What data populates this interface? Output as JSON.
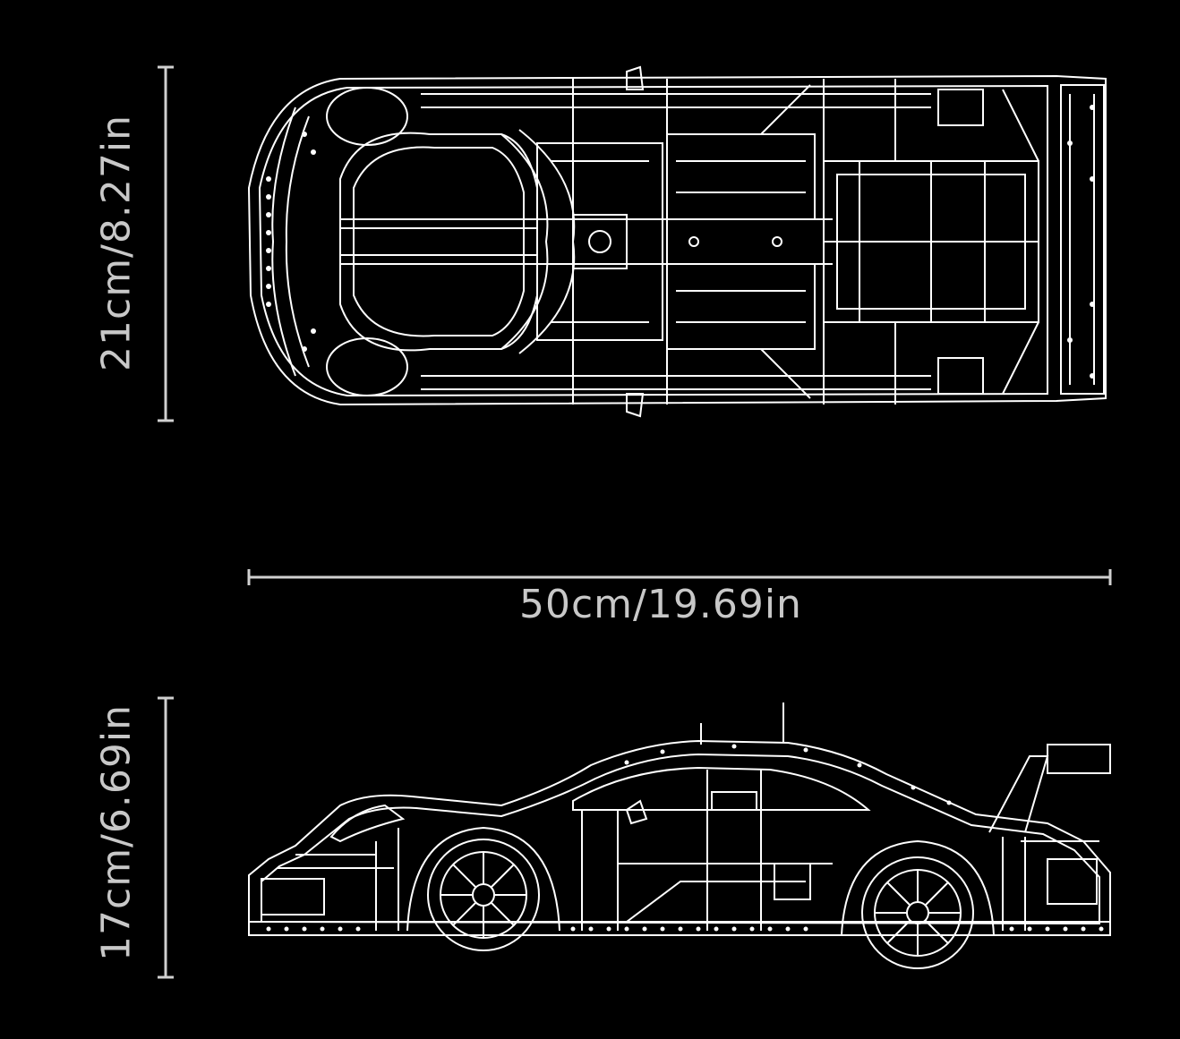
{
  "dimensions": {
    "height_top_view": "21cm/8.27in",
    "length": "50cm/19.69in",
    "height_side_view": "17cm/6.69in"
  },
  "colors": {
    "background": "#000000",
    "line": "#ffffff",
    "label_text": "#c8c8c8"
  },
  "views": {
    "top_view": "car-top-view",
    "side_view": "car-side-view"
  }
}
